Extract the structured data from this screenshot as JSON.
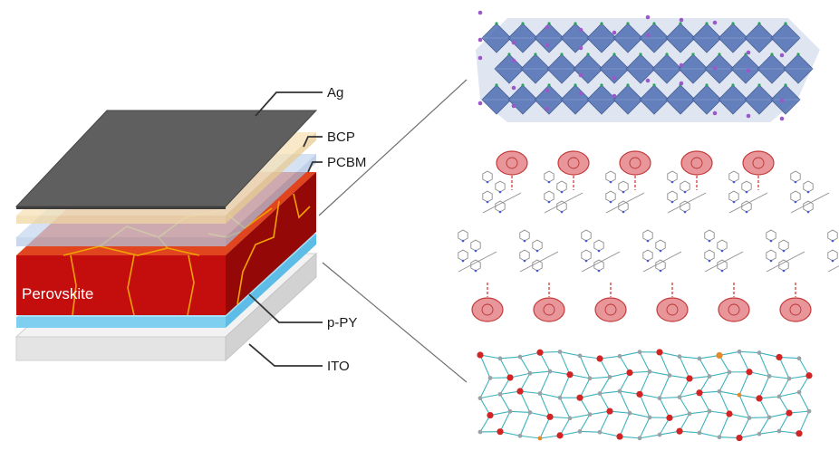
{
  "labels": {
    "ag": "Ag",
    "bcp": "BCP",
    "pcbm": "PCBM",
    "perovskite": "Perovskite",
    "ppy": "p-PY",
    "ito": "ITO"
  },
  "colors": {
    "ag": "#5f5f5f",
    "bcp": "#f7e2b8",
    "pcbm": "#c4d6ee",
    "perovskite": "#c40e0e",
    "perovskite_top": "#e0451f",
    "grain_boundary": "#f0a300",
    "ppy": "#7fd0f0",
    "ito": "#e4e4e4",
    "octahedra": "#4f6fb3",
    "cation": "#9b58c8",
    "pyridine_node": "#e9969a",
    "molecule": "#8a8a8a",
    "ito_bond": "#3bb3bd",
    "ito_oxygen": "#d22424",
    "ito_tin": "#e58a2a"
  },
  "icons": [
    "perovskite-crystal-icon",
    "pyridine-molecule-icon",
    "ito-lattice-icon"
  ]
}
